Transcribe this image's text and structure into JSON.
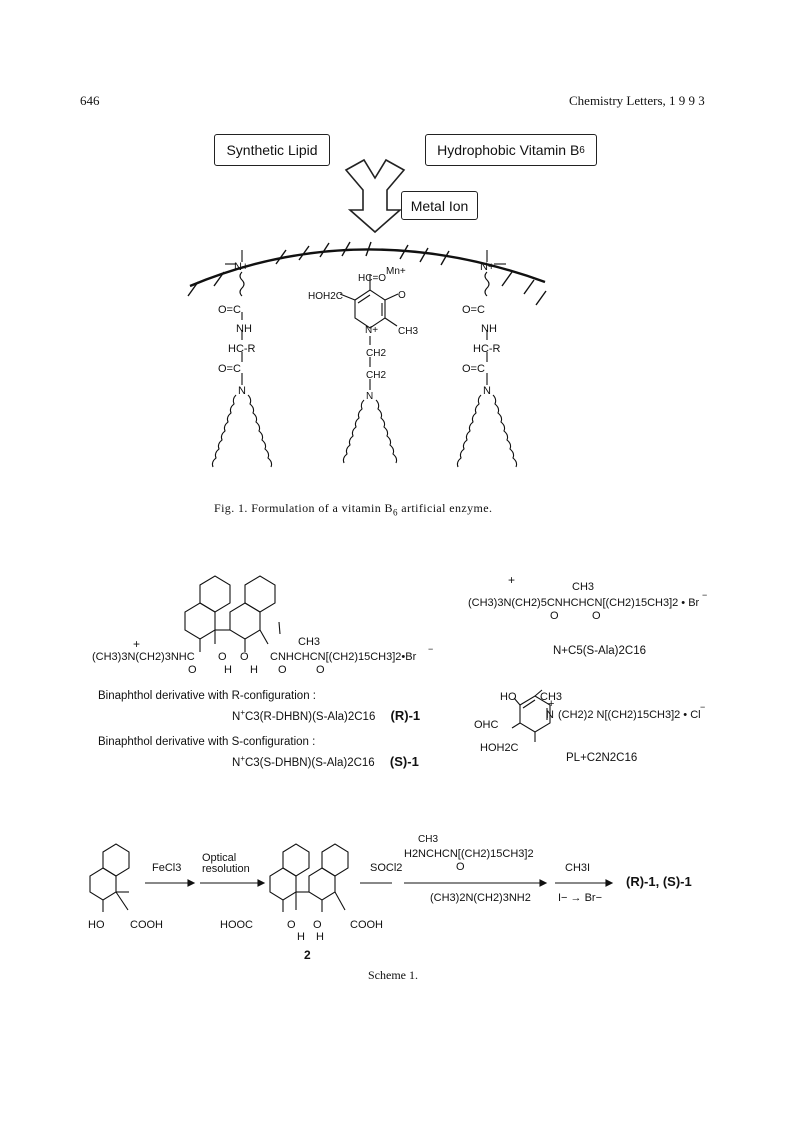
{
  "header": {
    "page_number": "646",
    "journal": "Chemistry Letters, 1 9 9 3"
  },
  "figure1": {
    "box_lipid": "Synthetic Lipid",
    "box_vitamin_text": "Hydrophobic Vitamin B",
    "box_vitamin_sub": "6",
    "box_metal": "Metal  Ion",
    "caption_prefix": "Fig.  1.   Formulation  of  a  vitamin  B",
    "caption_sub": "6",
    "caption_suffix": "  artificial  enzyme."
  },
  "compounds": {
    "binaphthol_R_desc": "Binaphthol  derivative  with  R-configuration  :",
    "binaphthol_R_name": "N",
    "binaphthol_R_rest": "C3(R-DHBN)(S-Ala)2C16",
    "binaphthol_R_label": "(R)-1",
    "binaphthol_S_desc": "Binaphthol  derivative  with  S-configuration  :",
    "binaphthol_S_name": "N",
    "binaphthol_S_rest": "C3(S-DHBN)(S-Ala)2C16",
    "binaphthol_S_label": "(S)-1",
    "ala_lipid_name": "N+C5(S-Ala)2C16",
    "pl_lipid_name": "PL+C2N2C16"
  },
  "scheme": {
    "reagent1": "FeCl3",
    "reagent2a": "Optical",
    "reagent2b": "resolution",
    "reagent3": "SOCl2",
    "reagent4_bottom": "(CH3)2N(CH2)3NH2",
    "reagent5": "CH3I",
    "reagent5_bottom": "I− → Br−",
    "product": "(R)-1,  (S)-1",
    "compound_number": "2",
    "caption": "Scheme  1."
  }
}
